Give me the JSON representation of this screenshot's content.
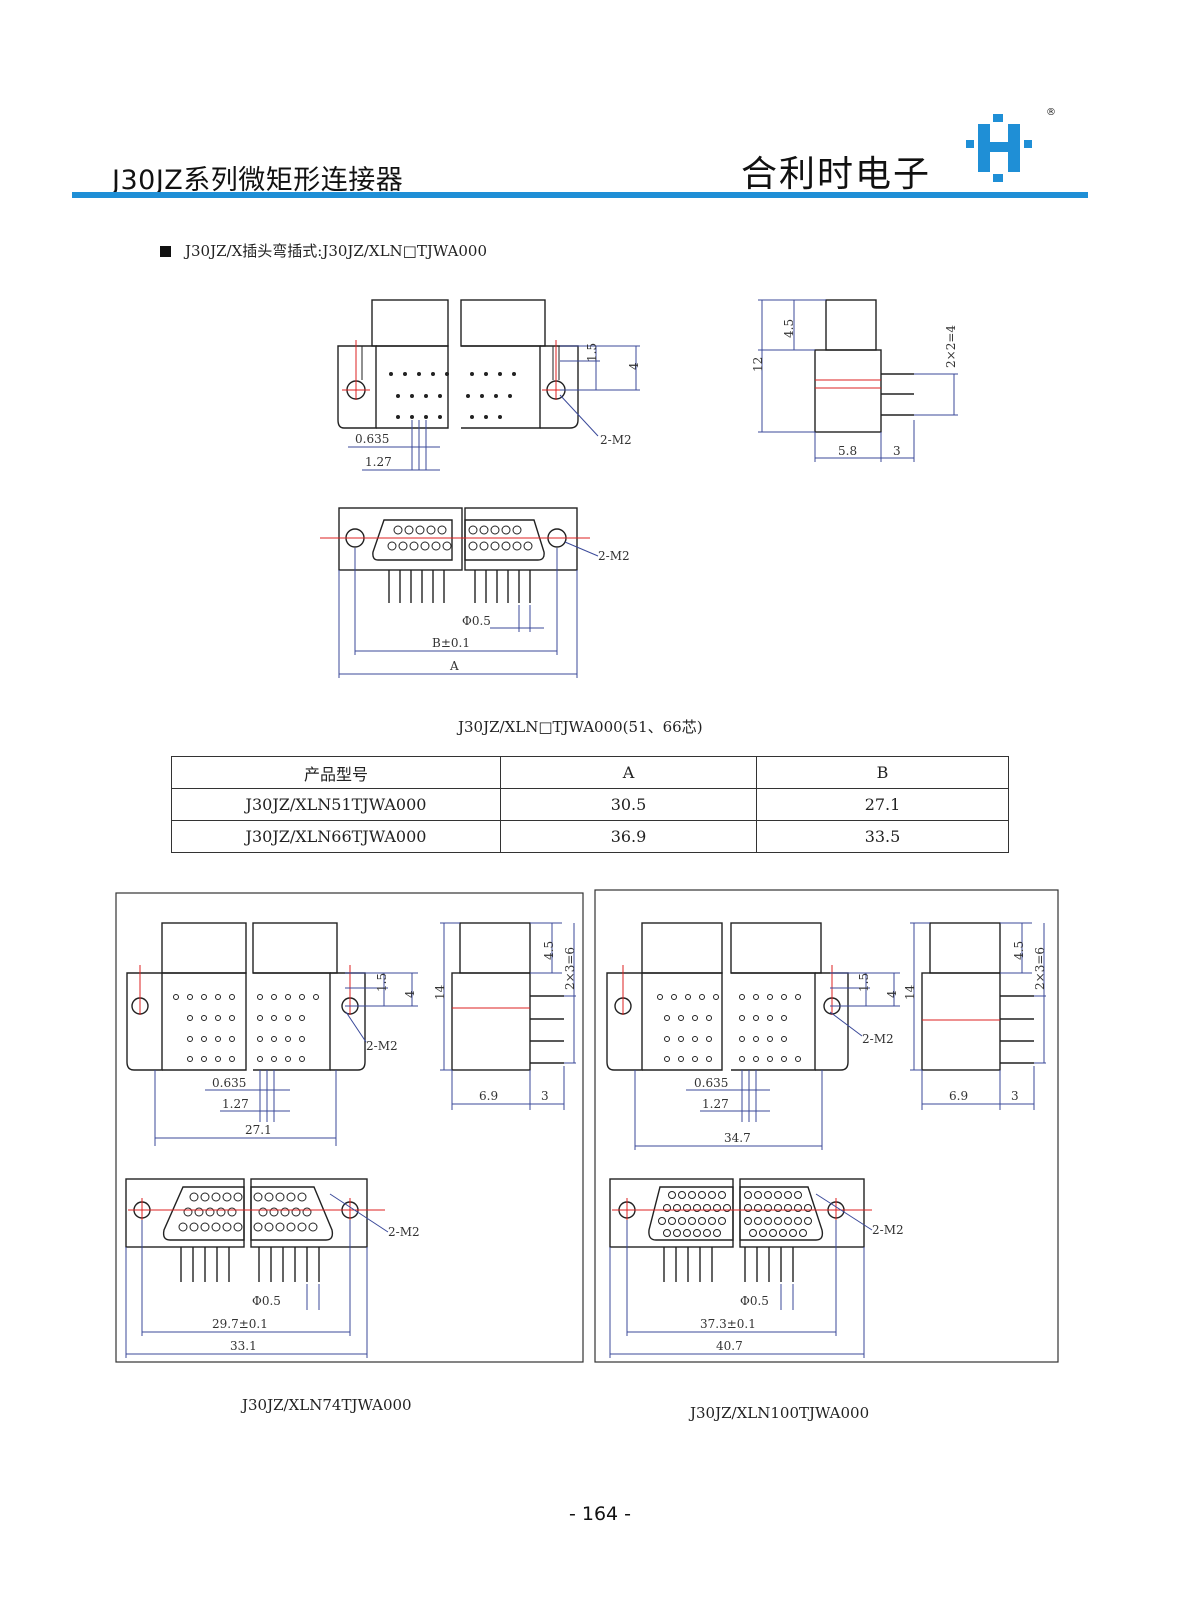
{
  "header": {
    "title": "J30JZ系列微矩形连接器",
    "brand": "合利时电子",
    "logo_color": "#1f8fd6",
    "registered_mark": "®"
  },
  "section": {
    "title": "J30JZ/X插头弯插式:J30JZ/XLN□TJWA000"
  },
  "figure1": {
    "labels": {
      "h1_5": "1.5",
      "h4": "4",
      "m2": "2-M2",
      "p0635": "0.635",
      "p127": "1.27",
      "side_4_5": "4.5",
      "side_12": "12",
      "side_2x2": "2×2=4",
      "side_5_8": "5.8",
      "side_3": "3",
      "phi": "Φ0.5",
      "b": "B±0.1",
      "a": "A"
    },
    "caption": "J30JZ/XLN□TJWA000(51、66芯)"
  },
  "table": {
    "headers": [
      "产品型号",
      "A",
      "B"
    ],
    "rows": [
      [
        "J30JZ/XLN51TJWA000",
        "30.5",
        "27.1"
      ],
      [
        "J30JZ/XLN66TJWA000",
        "36.9",
        "33.5"
      ]
    ]
  },
  "figure2": {
    "labels": {
      "h1_5": "1.5",
      "h4": "4",
      "m2": "2-M2",
      "p0635": "0.635",
      "p127": "1.27",
      "w": "27.1",
      "side_4_5": "4.5",
      "side_14": "14",
      "side_2x3": "2×3=6",
      "side_6_9": "6.9",
      "side_3": "3",
      "phi": "Φ0.5",
      "b": "29.7±0.1",
      "a": "33.1",
      "m2b": "2-M2"
    },
    "caption": "J30JZ/XLN74TJWA000"
  },
  "figure3": {
    "labels": {
      "h1_5": "1.5",
      "h4": "4",
      "m2": "2-M2",
      "p0635": "0.635",
      "p127": "1.27",
      "w": "34.7",
      "side_4_5": "4.5",
      "side_14": "14",
      "side_2x3": "2×3=6",
      "side_6_9": "6.9",
      "side_3": "3",
      "phi": "Φ0.5",
      "b": "37.3±0.1",
      "a": "40.7",
      "m2b": "2-M2"
    },
    "caption": "J30JZ/XLN100TJWA000"
  },
  "page_number": "- 164 -"
}
